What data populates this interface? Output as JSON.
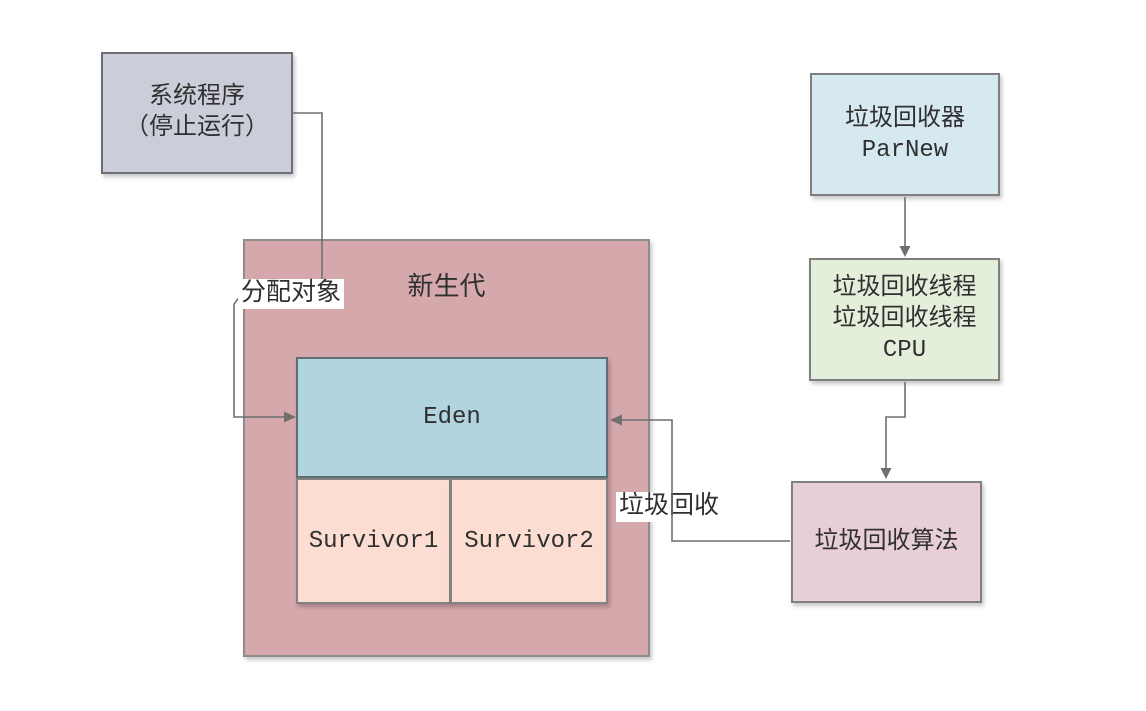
{
  "canvas": {
    "background": "#ffffff"
  },
  "colors": {
    "line": "#6f6f6f",
    "label_bg": "#ffffff",
    "text": "#303030"
  },
  "nodes": {
    "system_program": {
      "lines": [
        "系统程序",
        "（停止运行）"
      ],
      "fill": "#cbcdd8",
      "border": "#6e6e76"
    },
    "young_gen": {
      "label": "新生代",
      "fill": "#d5a8ac",
      "border": "#8d8d8d"
    },
    "eden": {
      "label": "Eden",
      "fill": "#b2d4de",
      "border": "#5f6e75"
    },
    "survivor1": {
      "label": "Survivor1",
      "fill": "#fcddd2",
      "border": "#828282"
    },
    "survivor2": {
      "label": "Survivor2",
      "fill": "#fcddd2",
      "border": "#828282"
    },
    "gc_collector": {
      "lines": [
        "垃圾回收器",
        "ParNew"
      ],
      "fill": "#d6e9f0",
      "border": "#7f7f7f"
    },
    "gc_threads": {
      "lines": [
        "垃圾回收线程",
        "垃圾回收线程",
        "CPU"
      ],
      "fill": "#e4efdb",
      "border": "#7f7f7f"
    },
    "gc_algorithm": {
      "label": "垃圾回收算法",
      "fill": "#e8ced5",
      "border": "#7f7f7f"
    }
  },
  "edge_labels": {
    "allocate_object": {
      "text": "分配对象"
    },
    "garbage_collect": {
      "text": "垃圾回收"
    }
  }
}
